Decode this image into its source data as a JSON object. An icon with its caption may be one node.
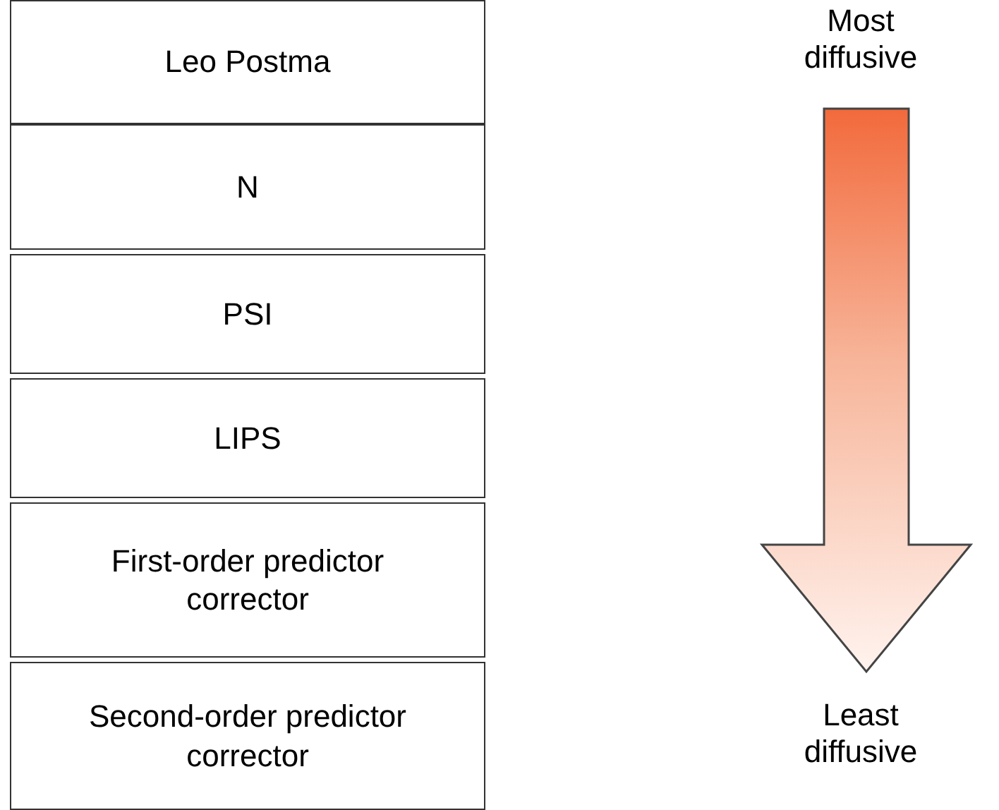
{
  "diagram": {
    "nodes": [
      {
        "text": [
          "Leo Postma"
        ]
      },
      {
        "text": [
          "N"
        ]
      },
      {
        "text": [
          "PSI"
        ]
      },
      {
        "text": [
          "LIPS"
        ]
      },
      {
        "text": [
          "First-order predictor corrector"
        ]
      },
      {
        "text": [
          "Second-order predictor corrector"
        ]
      },
      {
        "text": [
          "Most diffusive"
        ]
      },
      {
        "text": [
          "Least diffusive"
        ]
      }
    ],
    "edges": [
      {
        "from": 6,
        "to": 7,
        "arrow": "to",
        "style": "thick"
      }
    ]
  }
}
